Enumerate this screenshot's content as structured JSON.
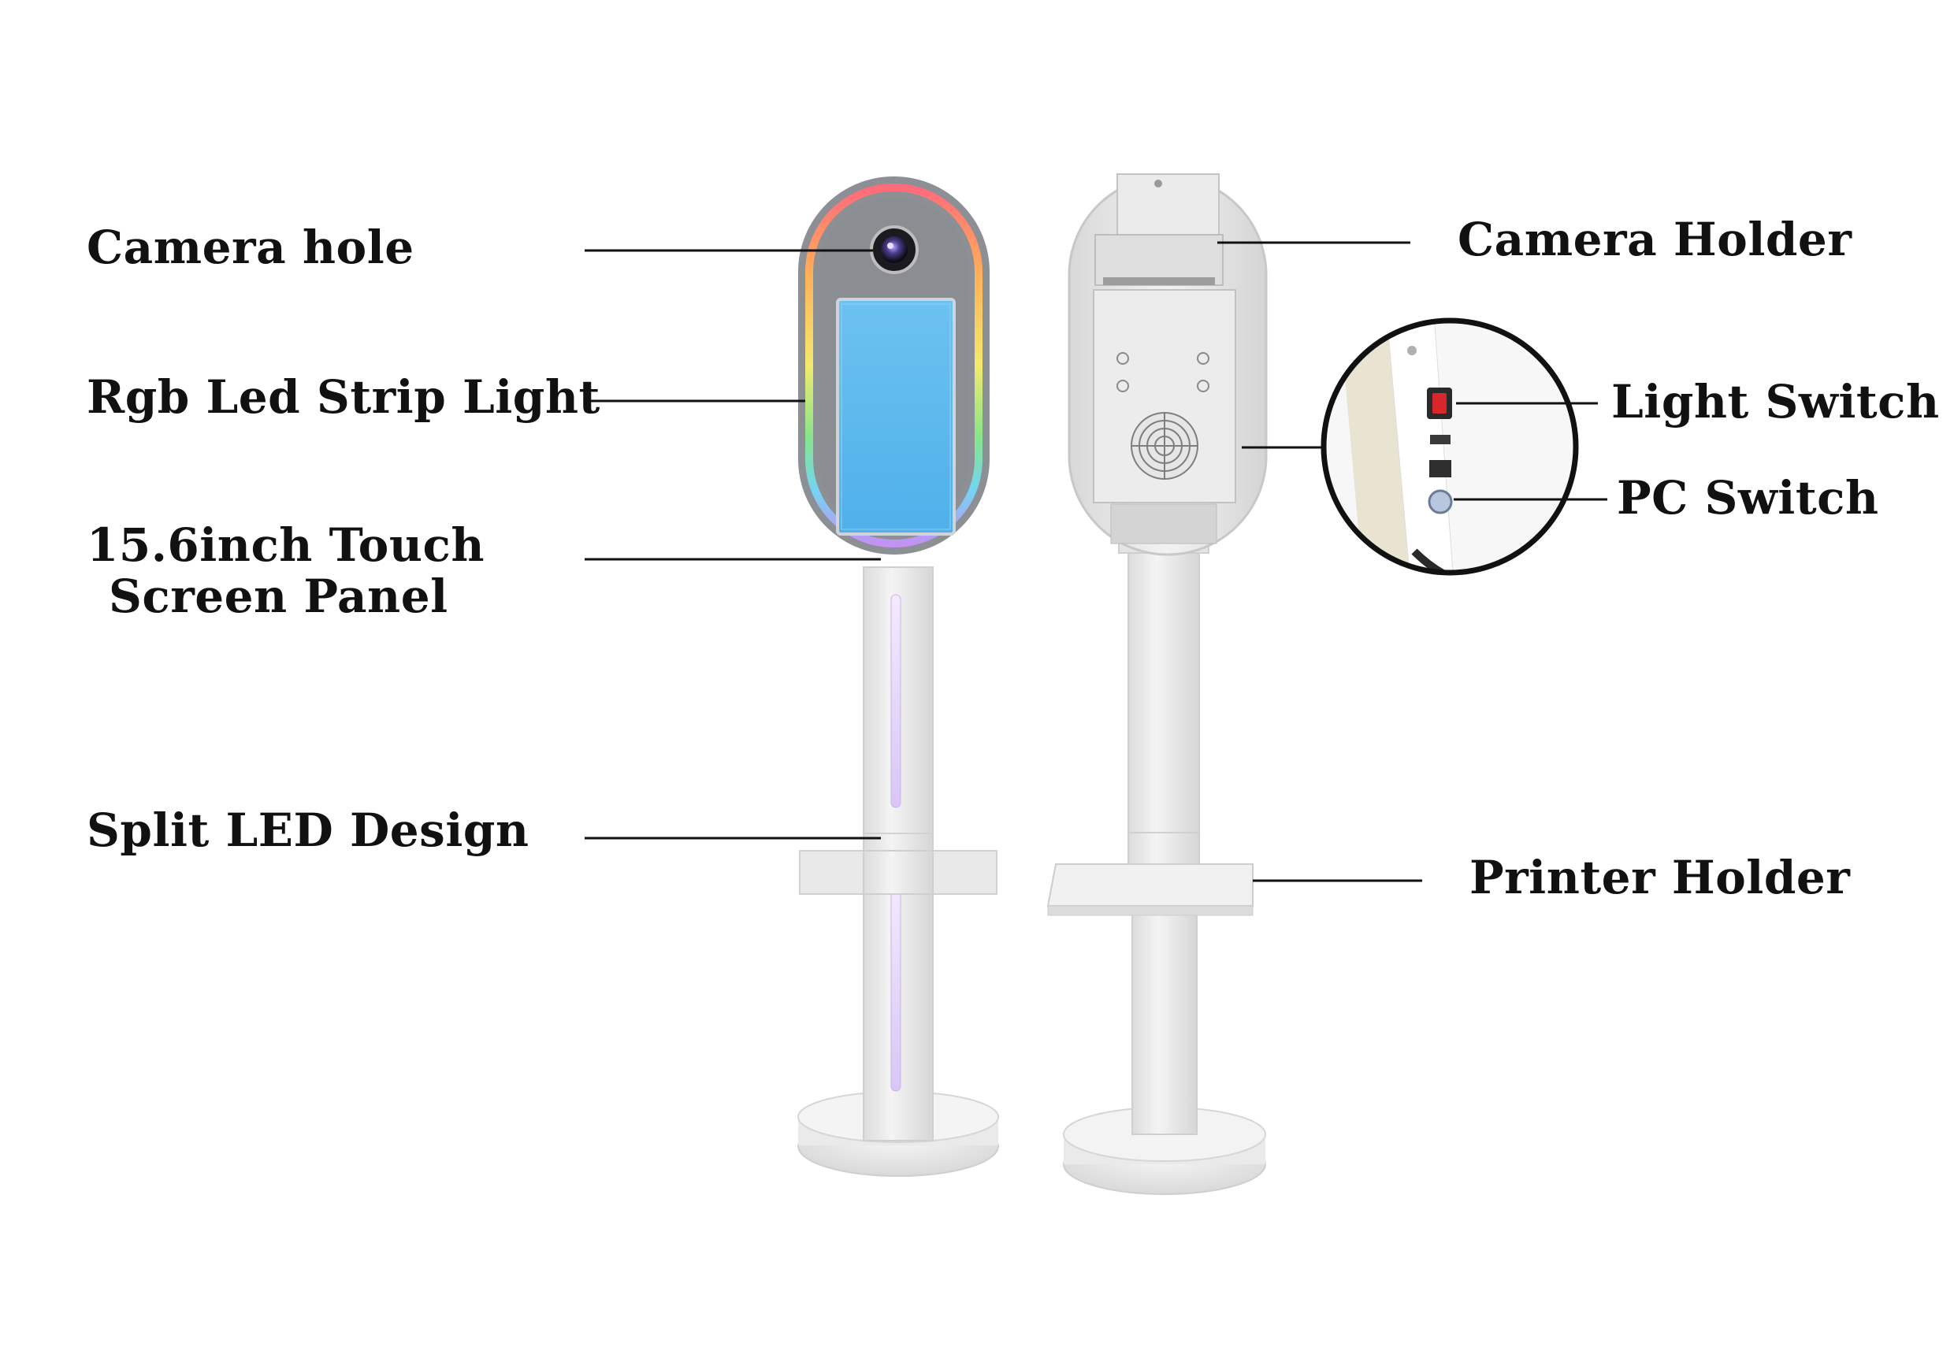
{
  "labels": {
    "camera_hole": "Camera hole",
    "rgb_led": "Rgb Led Strip Light",
    "touch_screen_line1": "15.6inch Touch",
    "touch_screen_line2": "Screen Panel",
    "split_led": "Split LED Design",
    "camera_holder": "Camera Holder",
    "light_switch": "Light Switch",
    "pc_switch": "PC Switch",
    "printer_holder": "Printer Holder"
  },
  "colors": {
    "background": "#ffffff",
    "text": "#111111",
    "kiosk_front_bezel": "#8a8d92",
    "screen": "#5fb6ea",
    "led_gradient": [
      "#ff6a6a",
      "#ffb347",
      "#f6e96b",
      "#7be36f",
      "#6fd6f0",
      "#b98cf2"
    ],
    "metal_white": "#eeeeee",
    "switch_red": "#d9262b"
  },
  "icons": {
    "camera_lens": "camera-lens-icon",
    "fan_grille": "fan-grille-icon",
    "ethernet_port": "ethernet-port-icon",
    "usb_port": "usb-port-icon"
  }
}
